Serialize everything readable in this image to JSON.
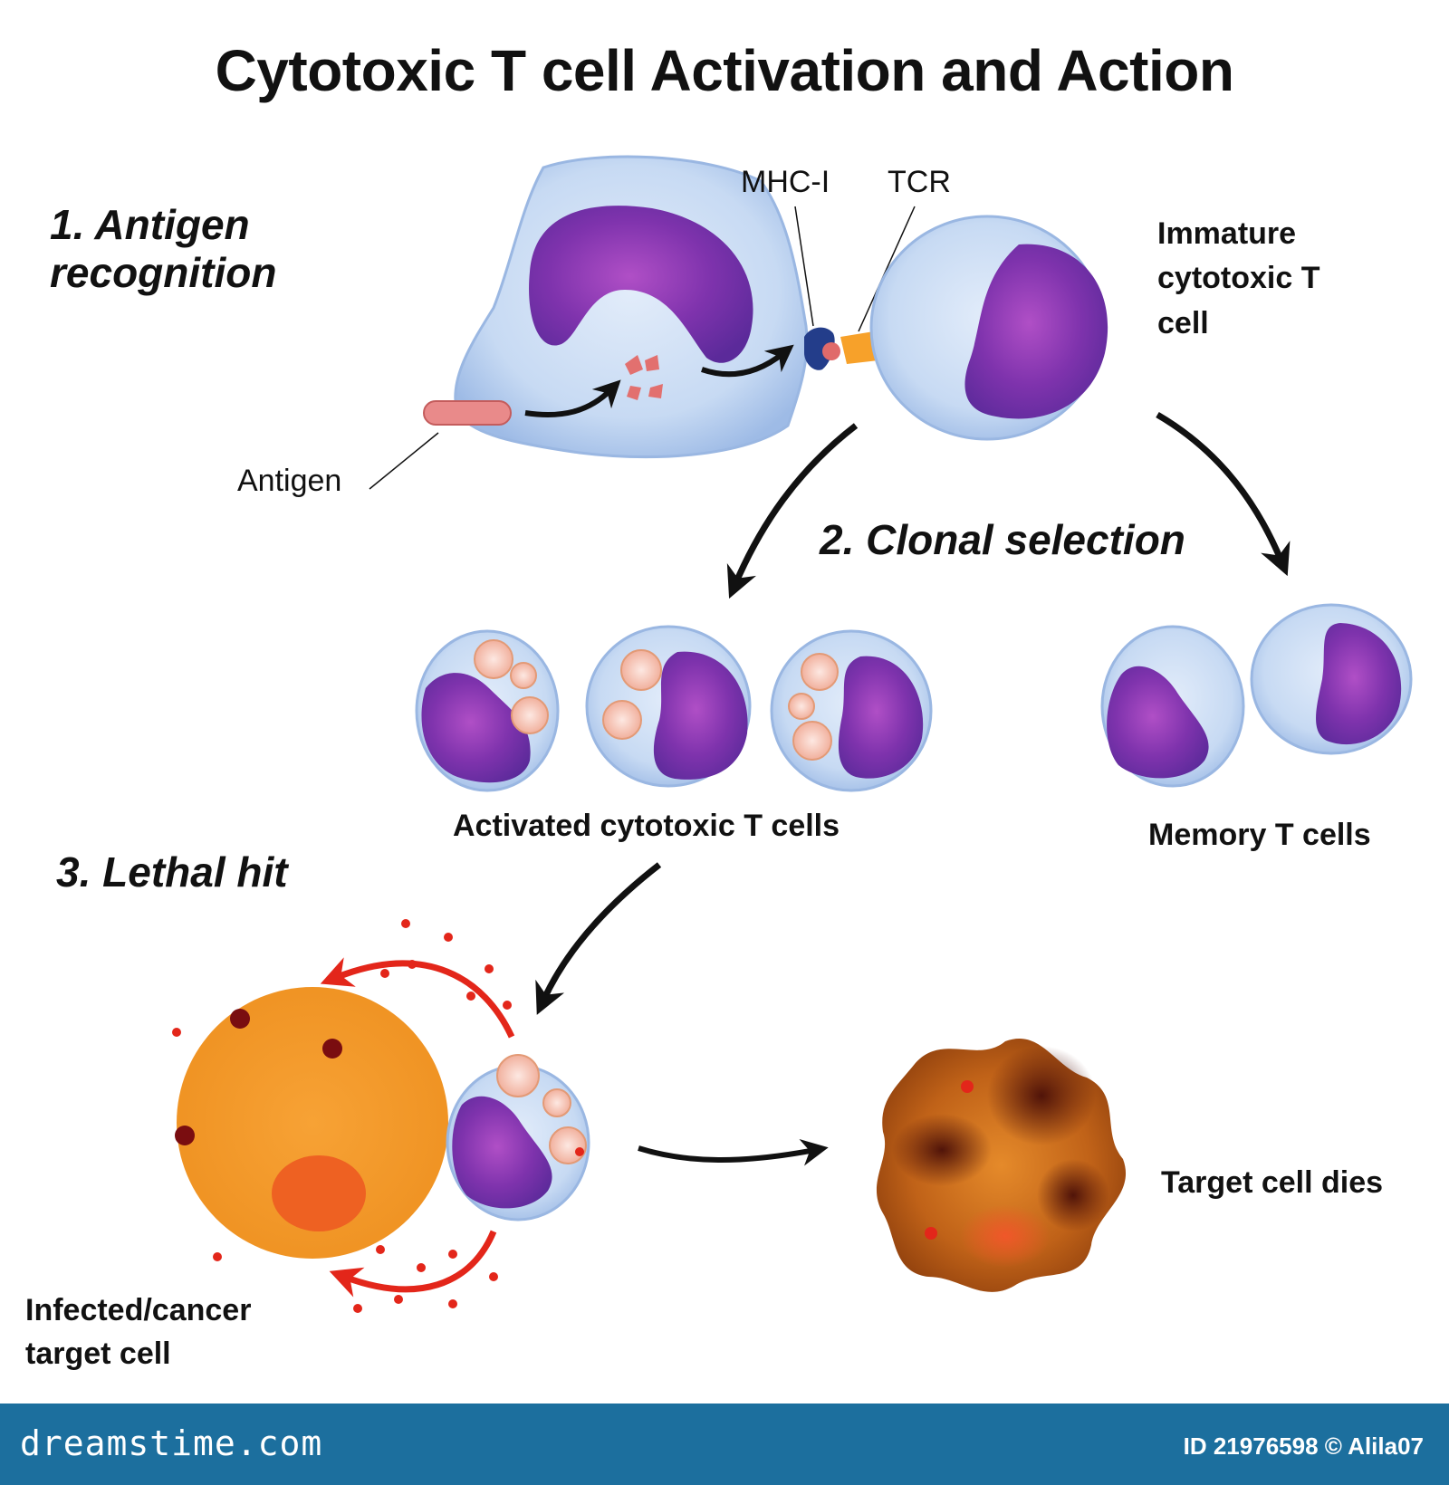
{
  "title": "Cytotoxic T cell Activation and Action",
  "steps": {
    "step1": "1. Antigen recognition",
    "step2": "2. Clonal selection",
    "step3": "3. Lethal hit"
  },
  "labels": {
    "mhc": "MHC-I",
    "tcr": "TCR",
    "antigen": "Antigen",
    "immature": "Immature cytotoxic T cell",
    "activated": "Activated cytotoxic T cells",
    "memory": "Memory T cells",
    "target_infected": "Infected/cancer target cell",
    "target_dies": "Target cell dies"
  },
  "footer": {
    "site": "dreamstime.com",
    "credit": "ID 21976598 © Alila07"
  },
  "colors": {
    "cell_cytoplasm": "#c9dcf5",
    "nucleus": "#7a2fa8",
    "granule": "#f6b9ad",
    "target_cell": "#f39a2a",
    "dying_cell": "#c2661a",
    "arrow": "#111111",
    "perforin_arrow": "#e3261a",
    "footer_bar": "#1c6f9e"
  },
  "icons": [
    "antigen-rod-icon",
    "mhc-receptor-icon",
    "tcr-receptor-icon"
  ]
}
